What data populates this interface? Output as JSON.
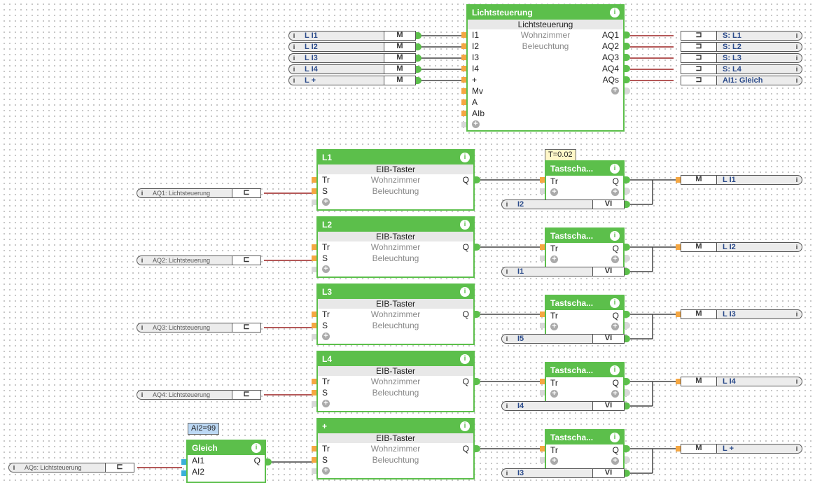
{
  "colors": {
    "block_green": "#5cbf4b",
    "input_orange": "#f5a742",
    "wire_red": "#9b2020",
    "wire_dark": "#444444"
  },
  "lichtsteuerung": {
    "title": "Lichtsteuerung",
    "type": "Lichtsteuerung",
    "desc1": "Wohnzimmer",
    "desc2": "Beleuchtung",
    "inputs": [
      "I1",
      "I2",
      "I3",
      "I4",
      "+",
      "Mv",
      "A",
      "AIb"
    ],
    "outputs": [
      "AQ1",
      "AQ2",
      "AQ3",
      "AQ4",
      "AQs"
    ]
  },
  "left_marker_refs": [
    {
      "name": "L I1",
      "m": "M"
    },
    {
      "name": "L I2",
      "m": "M"
    },
    {
      "name": "L I3",
      "m": "M"
    },
    {
      "name": "L I4",
      "m": "M"
    },
    {
      "name": "L +",
      "m": "M"
    }
  ],
  "right_send_refs": [
    {
      "name": "S: L1"
    },
    {
      "name": "S: L2"
    },
    {
      "name": "S: L3"
    },
    {
      "name": "S: L4"
    },
    {
      "name": "AI1: Gleich"
    }
  ],
  "rows": [
    {
      "source": "AQ1: Lichtsteuerung",
      "taster_title": "L1",
      "vi": "I2",
      "marker": "L I1",
      "m": "M"
    },
    {
      "source": "AQ2: Lichtsteuerung",
      "taster_title": "L2",
      "vi": "I1",
      "marker": "L I2",
      "m": "M"
    },
    {
      "source": "AQ3: Lichtsteuerung",
      "taster_title": "L3",
      "vi": "I5",
      "marker": "L I3",
      "m": "M"
    },
    {
      "source": "AQ4: Lichtsteuerung",
      "taster_title": "L4",
      "vi": "I4",
      "marker": "L I4",
      "m": "M"
    },
    {
      "source": "AQs: Lichtsteuerung",
      "taster_title": "+",
      "vi": "I3",
      "marker": "L +",
      "m": "M"
    }
  ],
  "taster": {
    "type": "EIB-Taster",
    "desc1": "Wohnzimmer",
    "desc2": "Beleuchtung",
    "in1": "Tr",
    "in2": "S",
    "out": "Q"
  },
  "tastschalter": {
    "title": "Tastscha...",
    "in": "Tr",
    "out": "Q",
    "vi_label": "VI",
    "param": "T=0.02"
  },
  "gleich": {
    "title": "Gleich",
    "in1": "AI1",
    "in2": "AI2",
    "out": "Q",
    "param": "AI2=99"
  },
  "icons": {
    "info": "i",
    "plus": "+",
    "send": "⊐",
    "recv": "⊏"
  }
}
